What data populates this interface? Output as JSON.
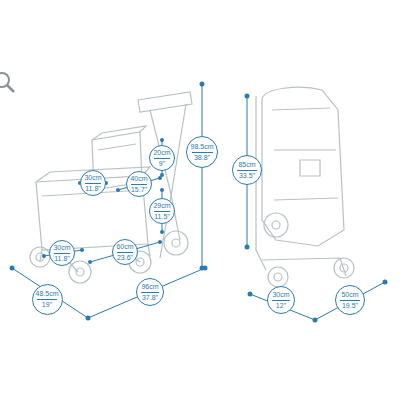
{
  "diagram": {
    "labels": [
      "20cm",
      "9\"",
      "30cm",
      "11.8\"",
      "40cm",
      "15.7\"",
      "29cm",
      "11.5\"",
      "98.5cm",
      "38.8\"",
      "30cm",
      "11.8\"",
      "60cm",
      "23.6\"",
      "48.5cm",
      "19\"",
      "96cm",
      "37.8\"",
      "85cm",
      "33.5\"",
      "30cm",
      "12\"",
      "50cm",
      "19.5\""
    ]
  }
}
